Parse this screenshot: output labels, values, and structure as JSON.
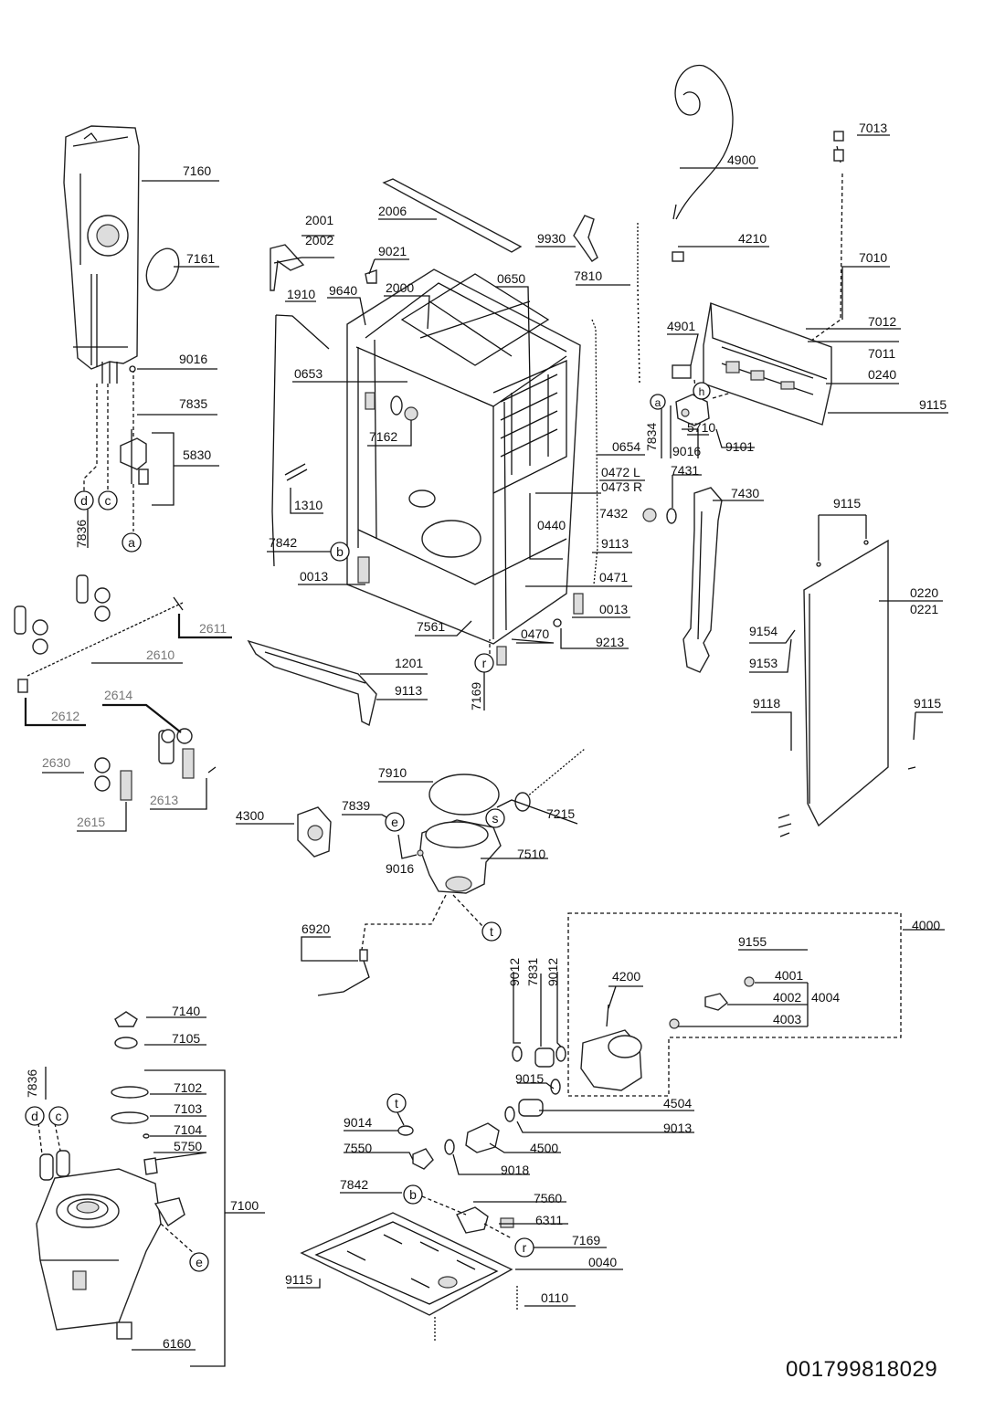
{
  "diagram_code": "001799818029",
  "part_labels": {
    "p7160": "7160",
    "p7161": "7161",
    "p9016a": "9016",
    "p7835": "7835",
    "p5830": "5830",
    "p7836a": "7836",
    "p2001": "2001",
    "p2002": "2002",
    "p2006": "2006",
    "p9021": "9021",
    "p1910": "1910",
    "p9640": "9640",
    "p2000": "2000",
    "p0650": "0650",
    "p0653": "0653",
    "p7162": "7162",
    "p1310": "1310",
    "p7842a": "7842",
    "p0013a": "0013",
    "p9930": "9930",
    "p7810": "7810",
    "p0654": "0654",
    "p0472": "0472 L",
    "p0473": "0473 R",
    "p0440": "0440",
    "p9113a": "9113",
    "p0471": "0471",
    "p7561": "7561",
    "p0013b": "0013",
    "p0470": "0470",
    "p9213": "9213",
    "p7169a": "7169",
    "p4900": "4900",
    "p4210": "4210",
    "p7013": "7013",
    "p7010": "7010",
    "p7012": "7012",
    "p7011": "7011",
    "p4901": "4901",
    "p0240": "0240",
    "p9115a": "9115",
    "p7834": "7834",
    "p5710": "5710",
    "p9016b": "9016",
    "p9101": "9101",
    "p7431": "7431",
    "p7430": "7430",
    "p7432": "7432",
    "p9115b": "9115",
    "p0220": "0220",
    "p0221": "0221",
    "p9154": "9154",
    "p9153": "9153",
    "p9118": "9118",
    "p9115c": "9115",
    "p2611": "2611",
    "p2610": "2610",
    "p2612": "2612",
    "p2614": "2614",
    "p2630": "2630",
    "p2613": "2613",
    "p2615": "2615",
    "p1201": "1201",
    "p9113b": "9113",
    "p7910": "7910",
    "p7839": "7839",
    "p7215": "7215",
    "p4300": "4300",
    "p7510": "7510",
    "p9016c": "9016",
    "p6920": "6920",
    "p4000": "4000",
    "p9155": "9155",
    "p4200": "4200",
    "p4001": "4001",
    "p4002": "4002",
    "p4004": "4004",
    "p4003": "4003",
    "p9012a": "9012",
    "p7831": "7831",
    "p9012b": "9012",
    "p9015": "9015",
    "p4504": "4504",
    "p9013": "9013",
    "p9014": "9014",
    "p7550": "7550",
    "p4500": "4500",
    "p9018": "9018",
    "p7842b": "7842",
    "p7560": "7560",
    "p6311": "6311",
    "p7169b": "7169",
    "p0040": "0040",
    "p9115d": "9115",
    "p0110": "0110",
    "p7140": "7140",
    "p7105": "7105",
    "p7836b": "7836",
    "p7102": "7102",
    "p7103": "7103",
    "p7104": "7104",
    "p5750": "5750",
    "p7100": "7100",
    "p6160": "6160"
  },
  "connector_letters": {
    "d1": "d",
    "c1": "c",
    "a1": "a",
    "b1": "b",
    "r1": "r",
    "a2": "a",
    "h1": "h",
    "e1": "e",
    "s1": "s",
    "t1": "t",
    "t2": "t",
    "b2": "b",
    "r2": "r",
    "d2": "d",
    "c2": "c",
    "e2": "e"
  }
}
